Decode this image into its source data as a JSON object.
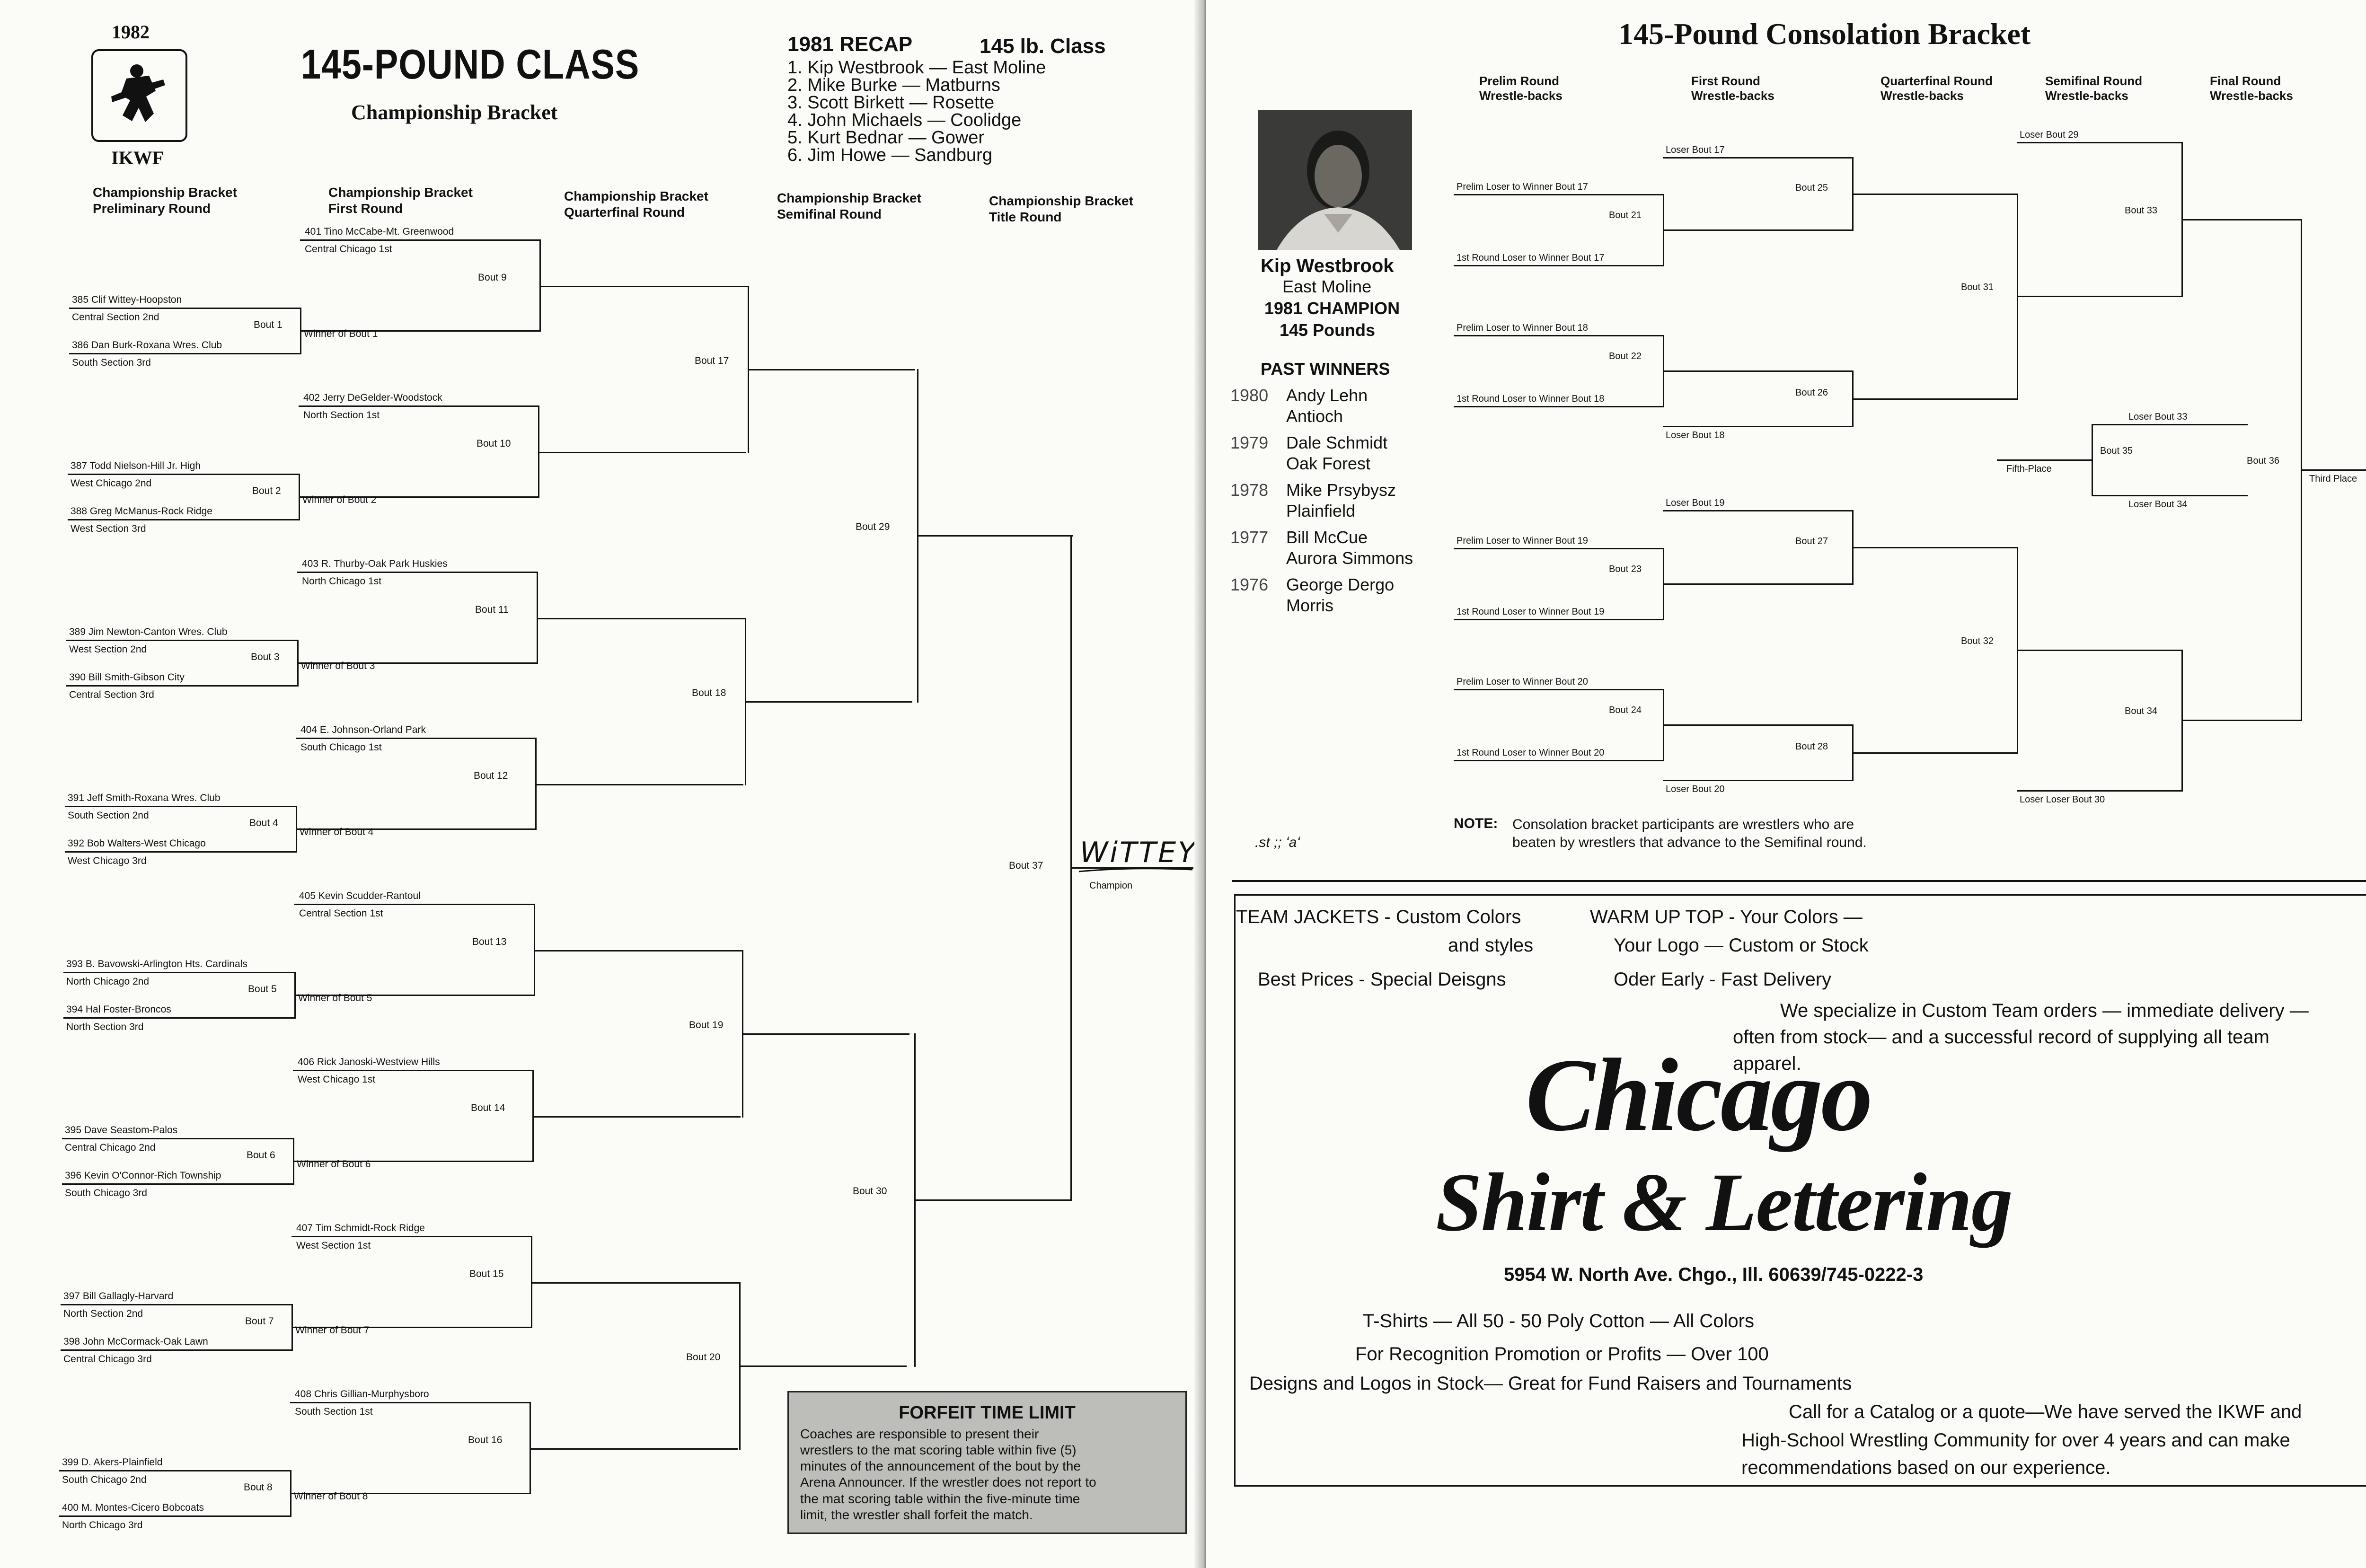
{
  "left": {
    "year": "1982",
    "org": "IKWF",
    "title": "145-POUND CLASS",
    "subtitle": "Championship Bracket",
    "recap": {
      "heading": "1981 RECAP",
      "class_label": "145 lb. Class",
      "items": [
        "1. Kip Westbrook — East Moline",
        "2. Mike Burke — Matburns",
        "3. Scott Birkett — Rosette",
        "4. John Michaels — Coolidge",
        "5. Kurt Bednar — Gower",
        "6. Jim Howe — Sandburg"
      ]
    },
    "round_headers": [
      "Championship Bracket\nPreliminary Round",
      "Championship Bracket\nFirst Round",
      "Championship Bracket\nQuarterfinal Round",
      "Championship Bracket\nSemifinal Round",
      "Championship Bracket\nTitle Round"
    ],
    "prelim": [
      {
        "top": "385 Clif Wittey-Hoopston",
        "top_sub": "Central Section 2nd",
        "bout": "Bout 1",
        "bottom": "386 Dan Burk-Roxana Wres. Club",
        "bottom_sub": "South Section 3rd",
        "winner": "Winner of Bout 1"
      },
      {
        "top": "387 Todd Nielson-Hill Jr. High",
        "top_sub": "West Chicago 2nd",
        "bout": "Bout 2",
        "bottom": "388 Greg McManus-Rock Ridge",
        "bottom_sub": "West Section 3rd",
        "winner": "Winner of Bout 2"
      },
      {
        "top": "389 Jim Newton-Canton Wres. Club",
        "top_sub": "West Section 2nd",
        "bout": "Bout 3",
        "bottom": "390 Bill Smith-Gibson City",
        "bottom_sub": "Central Section 3rd",
        "winner": "Winner of Bout 3"
      },
      {
        "top": "391 Jeff Smith-Roxana Wres. Club",
        "top_sub": "South Section 2nd",
        "bout": "Bout 4",
        "bottom": "392 Bob Walters-West Chicago",
        "bottom_sub": "West Chicago 3rd",
        "winner": "Winner of Bout 4"
      },
      {
        "top": "393 B. Bavowski-Arlington Hts. Cardinals",
        "top_sub": "North Chicago 2nd",
        "bout": "Bout 5",
        "bottom": "394 Hal Foster-Broncos",
        "bottom_sub": "North Section 3rd",
        "winner": "Winner of Bout 5"
      },
      {
        "top": "395 Dave Seastom-Palos",
        "top_sub": "Central Chicago 2nd",
        "bout": "Bout 6",
        "bottom": "396 Kevin O'Connor-Rich Township",
        "bottom_sub": "South Chicago 3rd",
        "winner": "Winner of Bout 6"
      },
      {
        "top": "397 Bill Gallagly-Harvard",
        "top_sub": "North Section 2nd",
        "bout": "Bout 7",
        "bottom": "398 John McCormack-Oak Lawn",
        "bottom_sub": "Central Chicago 3rd",
        "winner": "Winner of Bout 7"
      },
      {
        "top": "399 D. Akers-Plainfield",
        "top_sub": "South Chicago 2nd",
        "bout": "Bout 8",
        "bottom": "400 M. Montes-Cicero Bobcoats",
        "bottom_sub": "North Chicago 3rd",
        "winner": "Winner of Bout 8"
      }
    ],
    "first_round": [
      {
        "name": "401 Tino McCabe-Mt. Greenwood",
        "sub": "Central Chicago 1st",
        "bout": "Bout 9"
      },
      {
        "name": "402 Jerry DeGelder-Woodstock",
        "sub": "North Section 1st",
        "bout": "Bout 10"
      },
      {
        "name": "403 R. Thurby-Oak Park Huskies",
        "sub": "North Chicago 1st",
        "bout": "Bout 11"
      },
      {
        "name": "404 E. Johnson-Orland Park",
        "sub": "South Chicago 1st",
        "bout": "Bout 12"
      },
      {
        "name": "405 Kevin Scudder-Rantoul",
        "sub": "Central Section 1st",
        "bout": "Bout 13"
      },
      {
        "name": "406 Rick Janoski-Westview Hills",
        "sub": "West Chicago 1st",
        "bout": "Bout 14"
      },
      {
        "name": "407 Tim Schmidt-Rock Ridge",
        "sub": "West Section 1st",
        "bout": "Bout 15"
      },
      {
        "name": "408 Chris Gillian-Murphysboro",
        "sub": "South Section 1st",
        "bout": "Bout 16"
      }
    ],
    "quarter_bouts": [
      "Bout 17",
      "Bout 18",
      "Bout 19",
      "Bout 20"
    ],
    "semi_bouts": [
      "Bout 29",
      "Bout 30"
    ],
    "final_bout": "Bout 37",
    "handwritten_winner": "WiTTEY",
    "champion_label": "Champion",
    "forfeit": {
      "title": "FORFEIT TIME LIMIT",
      "lines": [
        "Coaches are responsible to present their",
        "wrestlers to the mat scoring table within five (5)",
        "minutes of the announcement of the bout by the",
        "Arena Announcer. If the wrestler does not report to",
        "the mat scoring table within the five-minute time",
        "limit, the wrestler shall forfeit the match."
      ]
    }
  },
  "right": {
    "title": "145-Pound Consolation Bracket",
    "round_headers": [
      "Prelim Round\nWrestle-backs",
      "First Round\nWrestle-backs",
      "Quarterfinal Round\nWrestle-backs",
      "Semifinal Round\nWrestle-backs",
      "Final Round\nWrestle-backs"
    ],
    "champion": {
      "name": "Kip Westbrook",
      "school": "East Moline",
      "line1": "1981 CHAMPION",
      "line2": "145 Pounds"
    },
    "past_winners_heading": "PAST WINNERS",
    "past_winners": [
      {
        "year": "1980",
        "name": "Andy Lehn",
        "school": "Antioch"
      },
      {
        "year": "1979",
        "name": "Dale Schmidt",
        "school": "Oak Forest"
      },
      {
        "year": "1978",
        "name": "Mike Prsybysz",
        "school": "Plainfield"
      },
      {
        "year": "1977",
        "name": "Bill McCue",
        "school": "Aurora Simmons"
      },
      {
        "year": "1976",
        "name": "George Dergo",
        "school": "Morris"
      }
    ],
    "cons": {
      "prelim_loser_17": "Prelim Loser to Winner Bout 17",
      "bout21": "Bout 21",
      "first_loser_17": "1st Round Loser to Winner Bout 17",
      "prelim_loser_18": "Prelim Loser to Winner Bout 18",
      "bout22": "Bout 22",
      "first_loser_18": "1st Round Loser to Winner Bout 18",
      "prelim_loser_19": "Prelim Loser to Winner Bout 19",
      "bout23": "Bout 23",
      "first_loser_19": "1st Round Loser to Winner Bout 19",
      "prelim_loser_20": "Prelim Loser to Winner Bout 20",
      "bout24": "Bout 24",
      "first_loser_20": "1st Round Loser to Winner Bout 20",
      "loser17": "Loser Bout 17",
      "loser18": "Loser Bout 18",
      "loser19": "Loser Bout 19",
      "loser20": "Loser Bout 20",
      "bout25": "Bout 25",
      "bout26": "Bout 26",
      "bout27": "Bout 27",
      "bout28": "Bout 28",
      "bout31": "Bout 31",
      "bout32": "Bout 32",
      "loser29": "Loser Bout 29",
      "loser30": "Loser Loser Bout 30",
      "bout33": "Bout 33",
      "bout34": "Bout 34",
      "loser33": "Loser Bout 33",
      "loser34": "Loser Bout 34",
      "bout35": "Bout 35",
      "fifth": "Fifth-Place",
      "bout36": "Bout 36",
      "third": "Third Place"
    },
    "note_label": "NOTE:",
    "note_text1": "Consolation bracket participants are wrestlers who are",
    "note_text2": "beaten by wrestlers that advance to the Semifinal round.",
    "scribble": ".st ;; ʻaʻ",
    "ad": {
      "jackets1": "TEAM JACKETS - Custom Colors",
      "jackets2": "and styles",
      "jackets3": "Best Prices - Special Deisgns",
      "warm1": "WARM UP TOP - Your Colors —",
      "warm2": "Your Logo — Custom or Stock",
      "warm3": "Oder Early - Fast Delivery",
      "specialize1": "We specialize in Custom Team orders — immediate delivery —",
      "specialize2": "often from stock— and a successful record of supplying all team",
      "specialize3": "apparel.",
      "logo1": "Chicago",
      "logo2": "Shirt & Lettering",
      "address": "5954 W. North Ave. Chgo., Ill. 60639/745-0222-3",
      "t1": "T-Shirts — All 50 - 50 Poly Cotton — All Colors",
      "t2": "For Recognition Promotion or Profits — Over 100",
      "t3": "Designs and Logos in Stock— Great for Fund Raisers and Tournaments",
      "call1": "Call for a Catalog or a quote—We have served the IKWF and",
      "call2": "High-School Wrestling Community for over 4 years and can make",
      "call3": "recommendations based on our experience."
    }
  }
}
